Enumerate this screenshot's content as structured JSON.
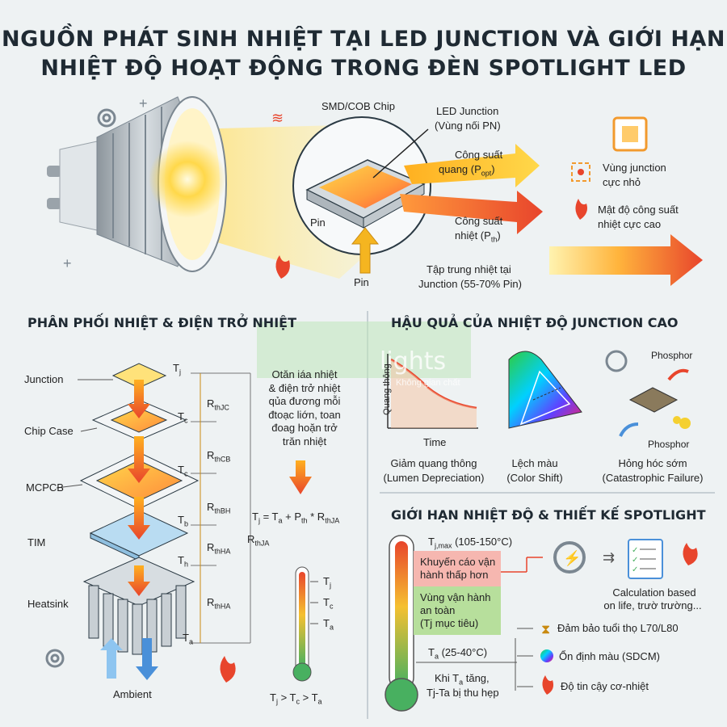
{
  "title": {
    "line1": "NGUỒN PHÁT SINH NHIỆT TẠI LED JUNCTION VÀ GIỚI HẠN",
    "line2": "NHIỆT ĐỘ HOẠT ĐỘNG TRONG ĐÈN SPOTLIGHT LED"
  },
  "chip": {
    "smd_label": "SMD/COB Chip",
    "junction_label": "LED Junction",
    "junction_sub": "(Vùng nối PN)",
    "optical_1": "Công suất",
    "optical_2": "quang (P",
    "optical_sub": "opt",
    "thermal_1": "Công suất",
    "thermal_2": "nhiệt (P",
    "thermal_sub": "th",
    "pin_label": "Pin",
    "pin_bottom": "Pin",
    "concentrate_1": "Tập trung nhiệt tại",
    "concentrate_2": "Junction (55-70% Pin)"
  },
  "notes": {
    "small_junction_1": "Vùng junction",
    "small_junction_2": "cực nhỏ",
    "density_1": "Mật độ công suất",
    "density_2": "nhiệt cực cao"
  },
  "sections": {
    "distribution": "PHÂN PHỐI NHIỆT & ĐIỆN TRỞ NHIỆT",
    "consequences": "HẬU QUẢ CỦA NHIỆT ĐỘ JUNCTION CAO",
    "limits": "GIỚI HẠN NHIỆT ĐỘ & THIẾT KẾ SPOTLIGHT"
  },
  "layers": {
    "junction": "Junction",
    "chip_case": "Chip Case",
    "mcpcb": "MCPCB",
    "tim": "TIM",
    "heatsink": "Heatsink",
    "ambient": "Ambient"
  },
  "temps": {
    "tj": "T",
    "tj_sub": "j",
    "tc": "T",
    "tc_sub": "c",
    "tc2": "T",
    "tc2_sub": "c",
    "tb": "T",
    "tb_sub": "b",
    "th": "T",
    "th_sub": "h",
    "ta": "T",
    "ta_sub": "a"
  },
  "resistances": {
    "r1": "R",
    "r1_sub": "thJC",
    "r2": "R",
    "r2_sub": "thCB",
    "r3": "R",
    "r3_sub": "thBH",
    "r4": "R",
    "r4_sub": "thHA",
    "r5": "R",
    "r5_sub": "thHA",
    "rja": "R",
    "rja_sub": "thJA"
  },
  "explain": {
    "l1": "Otăn iáa nhiệt",
    "l2": "& điện trở nhiệt",
    "l3": "qủa đương mỗi",
    "l4": "đtoạc liớn, toan",
    "l5": "đoag hoặn trở",
    "l6": "trăn nhiệt"
  },
  "formula": "Tⱼ = Tₐ + Pₜₕ * Rₜₕⱼₐ",
  "formula_parts": {
    "a": "T",
    "a_sub": "j",
    "b": " = T",
    "b_sub": "a",
    "c": " + P",
    "c_sub": "th",
    "d": " * R",
    "d_sub": "thJA"
  },
  "thermo_small": {
    "tj": "T",
    "tj_sub": "j",
    "tc": "T",
    "tc_sub": "c",
    "ta": "T",
    "ta_sub": "a"
  },
  "inequality": {
    "a": "T",
    "a_sub": "j",
    "b": " > T",
    "b_sub": "c",
    "c": " > T",
    "c_sub": "a"
  },
  "watermark": {
    "big": "lights",
    "small": "Không gian chất"
  },
  "consequences": {
    "y_axis": "Quang thông",
    "x_axis": "Time",
    "c1_1": "Giảm quang thông",
    "c1_2": "(Lumen Depreciation)",
    "c2_1": "Lệch màu",
    "c2_2": "(Color Shift)",
    "c3_1": "Hỏng hóc sớm",
    "c3_2": "(Catastrophic Failure)",
    "phosphor_top": "Phosphor",
    "phosphor_bottom": "Phosphor"
  },
  "limits": {
    "tjmax_a": "T",
    "tjmax_sub": "j,max",
    "tjmax_b": " (105-150°C)",
    "warn_1": "Khuyến cáo vận",
    "warn_2": "hành thấp hơn",
    "safe_1": "Vùng vận hành",
    "safe_2": "an toàn",
    "safe_3": "(Tj mục tiêu)",
    "ta_a": "T",
    "ta_sub": "a",
    "ta_b": " (25-40°C)",
    "when_1a": "Khi T",
    "when_1sub": "a",
    "when_1b": " tăng,",
    "when_2": "Tj-Ta bị thu hẹp",
    "calc_1": "Calculation based",
    "calc_2": "on life, trườ trường...",
    "b1": "Đảm bảo tuổi thọ L70/L80",
    "b2": "Ổn định màu (SDCM)",
    "b3": "Độ tin cậy cơ-nhiệt"
  },
  "colors": {
    "title": "#1f2a33",
    "hot": "#e8452c",
    "warm": "#f5a623",
    "safe": "#b7df9c",
    "warn": "#f6b7b0",
    "cool": "#4a90d9"
  }
}
